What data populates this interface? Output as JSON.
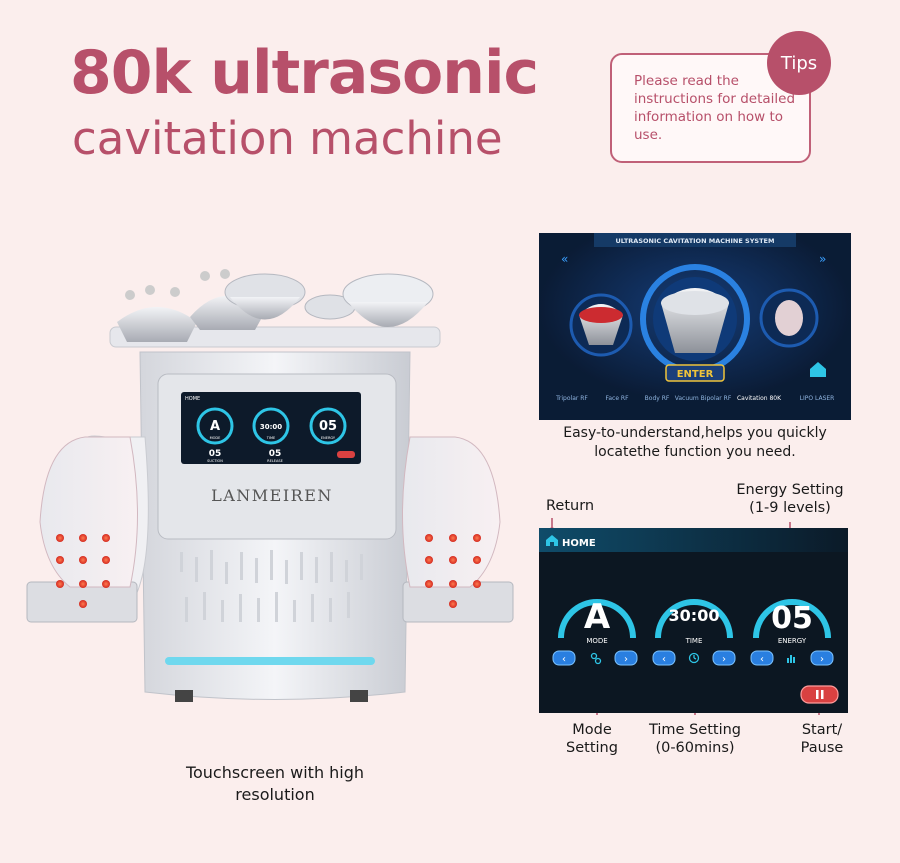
{
  "title": {
    "line1": "80k ultrasonic",
    "line2": "cavitation machine"
  },
  "tips": {
    "badge": "Tips",
    "text": "Please read the instructions for detailed information on how to use."
  },
  "machine": {
    "brand": "LANMEIREN",
    "mini_screen": {
      "home": "HOME",
      "mode_value": "A",
      "mode_label": "MODE",
      "time_value": "30:00",
      "time_label": "TIME",
      "energy_value": "05",
      "energy_label": "ENERGY",
      "suction_value": "05",
      "suction_label": "SUCTION",
      "release_value": "05",
      "release_label": "RELEASE"
    }
  },
  "caption_machine": "Touchscreen with high resolution",
  "menu_screen": {
    "title": "ULTRASONIC CAVITATION MACHINE SYSTEM",
    "enter": "ENTER",
    "items": [
      "Tripolar RF",
      "Face RF",
      "Body RF",
      "Vacuum Bipolar RF",
      "Cavitation 80K",
      "LIPO LASER"
    ]
  },
  "caption_menu": "Easy-to-understand,helps you quickly locatethe function you need.",
  "control_screen": {
    "home": "HOME",
    "mode_value": "A",
    "mode_label": "MODE",
    "time_value": "30:00",
    "time_label": "TIME",
    "energy_value": "05",
    "energy_label": "ENERGY"
  },
  "labels": {
    "return": "Return",
    "energy_setting": "Energy Setting",
    "energy_levels": "(1-9 levels)",
    "mode_setting_1": "Mode",
    "mode_setting_2": "Setting",
    "time_setting": "Time Setting",
    "time_range": "(0-60mins)",
    "start_1": "Start/",
    "start_2": "Pause"
  },
  "colors": {
    "accent": "#b7506a",
    "screen_bg": "#0d1a2a",
    "cyan": "#2ec5e6",
    "blue_btn": "#2a7fe0",
    "pause_red": "#d94141"
  }
}
